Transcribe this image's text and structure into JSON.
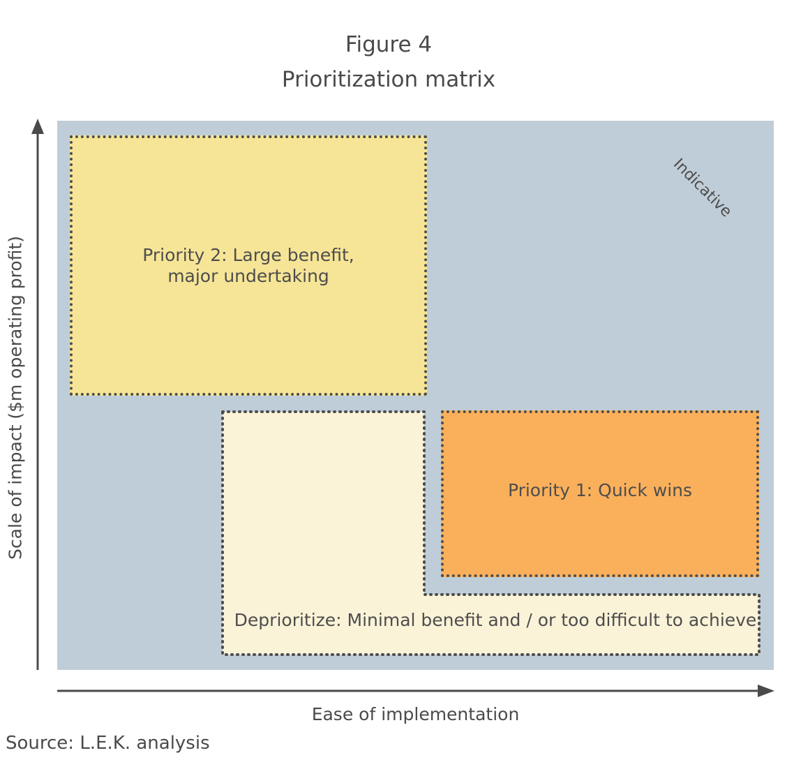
{
  "figure": {
    "number": "Figure 4",
    "title": "Prioritization matrix"
  },
  "matrix": {
    "indicative_label": "Indicative",
    "quadrants": {
      "priority_2": {
        "line1": "Priority 2: Large benefit,",
        "line2": "major undertaking",
        "color": "#f6e597"
      },
      "priority_1": {
        "label": "Priority 1: Quick wins",
        "color": "#fab05b"
      },
      "deprioritize": {
        "label": "Deprioritize: Minimal benefit and / or too difficult to achieve",
        "color": "#fbf3d8"
      }
    },
    "background_color": "#bfcdd8"
  },
  "axes": {
    "x_label": "Ease of implementation",
    "y_label": "Scale of impact ($m operating profit)"
  },
  "source": "Source: L.E.K. analysis"
}
